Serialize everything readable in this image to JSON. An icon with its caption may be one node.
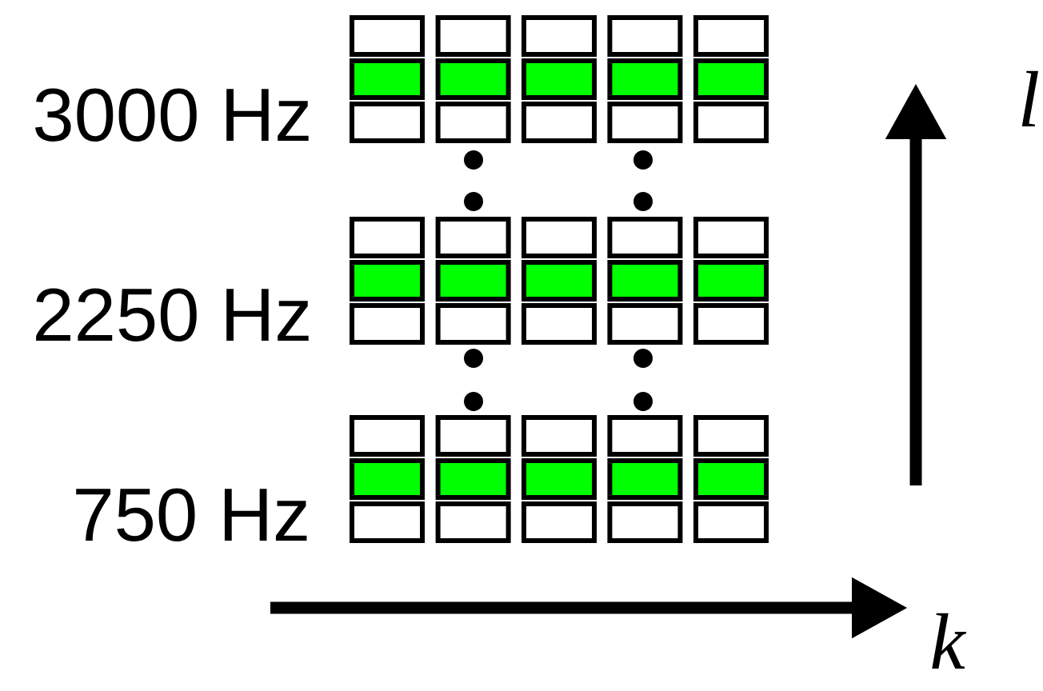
{
  "diagram": {
    "labels": [
      "3000 Hz",
      "2250 Hz",
      "750 Hz",
      "l",
      "k"
    ]
  }
}
